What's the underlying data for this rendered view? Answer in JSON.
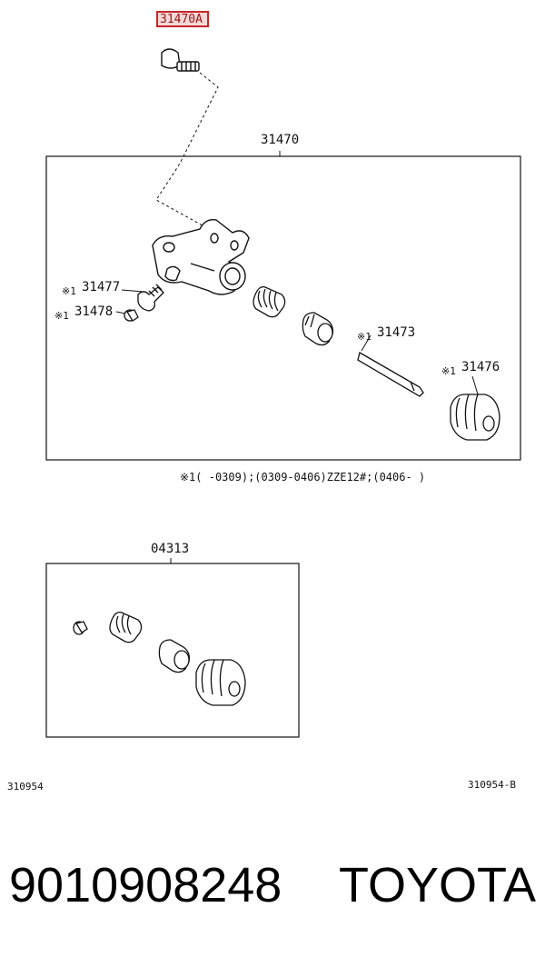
{
  "callout_top": "31470A",
  "main_box": {
    "title": "31470",
    "parts": [
      {
        "ref": "31477",
        "mark": "※1"
      },
      {
        "ref": "31478",
        "mark": "※1"
      },
      {
        "ref": "31473",
        "mark": "※1"
      },
      {
        "ref": "31476",
        "mark": "※1"
      }
    ]
  },
  "footnote": "※1(     -0309);(0309-0406)ZZE12#;(0406-     )",
  "kit_box": {
    "title": "04313"
  },
  "footer": {
    "left_code": "310954",
    "right_code": "310954-B"
  },
  "bottom": {
    "part_number": "9010908248",
    "brand": "TOYOTA"
  }
}
